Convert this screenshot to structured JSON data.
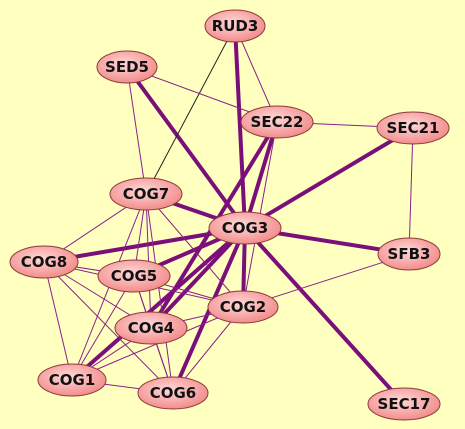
{
  "colors": {
    "background": "#ffffc0",
    "node_fill_light": "#ffd8d8",
    "node_fill_dark": "#f0807f",
    "node_stroke": "#8a3a3a",
    "edge_thick": "#7a0f7a",
    "edge_thin": "#8b1f8b",
    "edge_black": "#222222",
    "label": "#111111"
  },
  "nodes": [
    {
      "id": "RUD3",
      "label": "RUD3"
    },
    {
      "id": "SED5",
      "label": "SED5"
    },
    {
      "id": "SEC22",
      "label": "SEC22"
    },
    {
      "id": "SEC21",
      "label": "SEC21"
    },
    {
      "id": "COG7",
      "label": "COG7"
    },
    {
      "id": "COG3",
      "label": "COG3"
    },
    {
      "id": "SFB3",
      "label": "SFB3"
    },
    {
      "id": "COG8",
      "label": "COG8"
    },
    {
      "id": "COG5",
      "label": "COG5"
    },
    {
      "id": "COG2",
      "label": "COG2"
    },
    {
      "id": "COG4",
      "label": "COG4"
    },
    {
      "id": "COG1",
      "label": "COG1"
    },
    {
      "id": "COG6",
      "label": "COG6"
    },
    {
      "id": "SEC17",
      "label": "SEC17"
    }
  ],
  "edges": [
    {
      "source": "COG3",
      "target": "RUD3",
      "weight": "thick"
    },
    {
      "source": "COG3",
      "target": "SED5",
      "weight": "thick"
    },
    {
      "source": "COG3",
      "target": "SEC22",
      "weight": "thick"
    },
    {
      "source": "COG3",
      "target": "SEC21",
      "weight": "thick"
    },
    {
      "source": "COG3",
      "target": "COG7",
      "weight": "thick"
    },
    {
      "source": "COG3",
      "target": "SFB3",
      "weight": "thick"
    },
    {
      "source": "COG3",
      "target": "COG8",
      "weight": "thick"
    },
    {
      "source": "COG3",
      "target": "COG5",
      "weight": "thick"
    },
    {
      "source": "COG3",
      "target": "COG2",
      "weight": "thick"
    },
    {
      "source": "COG3",
      "target": "COG4",
      "weight": "thick"
    },
    {
      "source": "COG3",
      "target": "COG1",
      "weight": "thick"
    },
    {
      "source": "COG3",
      "target": "COG6",
      "weight": "thick"
    },
    {
      "source": "COG3",
      "target": "SEC17",
      "weight": "thick"
    },
    {
      "source": "SEC22",
      "target": "COG4",
      "weight": "thick"
    },
    {
      "source": "COG7",
      "target": "RUD3",
      "weight": "black"
    },
    {
      "source": "RUD3",
      "target": "SEC22",
      "weight": "thin"
    },
    {
      "source": "SED5",
      "target": "SEC22",
      "weight": "thin"
    },
    {
      "source": "SED5",
      "target": "COG7",
      "weight": "thin"
    },
    {
      "source": "SEC22",
      "target": "SEC21",
      "weight": "thin"
    },
    {
      "source": "SEC22",
      "target": "COG2",
      "weight": "thin"
    },
    {
      "source": "SEC21",
      "target": "SFB3",
      "weight": "thin"
    },
    {
      "source": "SFB3",
      "target": "COG2",
      "weight": "thin"
    },
    {
      "source": "COG7",
      "target": "COG8",
      "weight": "thin"
    },
    {
      "source": "COG7",
      "target": "COG5",
      "weight": "thin"
    },
    {
      "source": "COG7",
      "target": "COG4",
      "weight": "thin"
    },
    {
      "source": "COG7",
      "target": "COG2",
      "weight": "thin"
    },
    {
      "source": "COG7",
      "target": "COG1",
      "weight": "thin"
    },
    {
      "source": "COG7",
      "target": "COG6",
      "weight": "thin"
    },
    {
      "source": "COG8",
      "target": "COG5",
      "weight": "thin"
    },
    {
      "source": "COG8",
      "target": "COG4",
      "weight": "thin"
    },
    {
      "source": "COG8",
      "target": "COG1",
      "weight": "thin"
    },
    {
      "source": "COG8",
      "target": "COG2",
      "weight": "thin"
    },
    {
      "source": "COG8",
      "target": "COG6",
      "weight": "thin"
    },
    {
      "source": "COG5",
      "target": "COG2",
      "weight": "thin"
    },
    {
      "source": "COG5",
      "target": "COG4",
      "weight": "thin"
    },
    {
      "source": "COG5",
      "target": "COG1",
      "weight": "thin"
    },
    {
      "source": "COG5",
      "target": "COG6",
      "weight": "thin"
    },
    {
      "source": "COG2",
      "target": "COG4",
      "weight": "thin"
    },
    {
      "source": "COG2",
      "target": "COG6",
      "weight": "thin"
    },
    {
      "source": "COG2",
      "target": "COG1",
      "weight": "thin"
    },
    {
      "source": "COG4",
      "target": "COG1",
      "weight": "thin"
    },
    {
      "source": "COG4",
      "target": "COG6",
      "weight": "thin"
    },
    {
      "source": "COG1",
      "target": "COG6",
      "weight": "thin"
    }
  ]
}
